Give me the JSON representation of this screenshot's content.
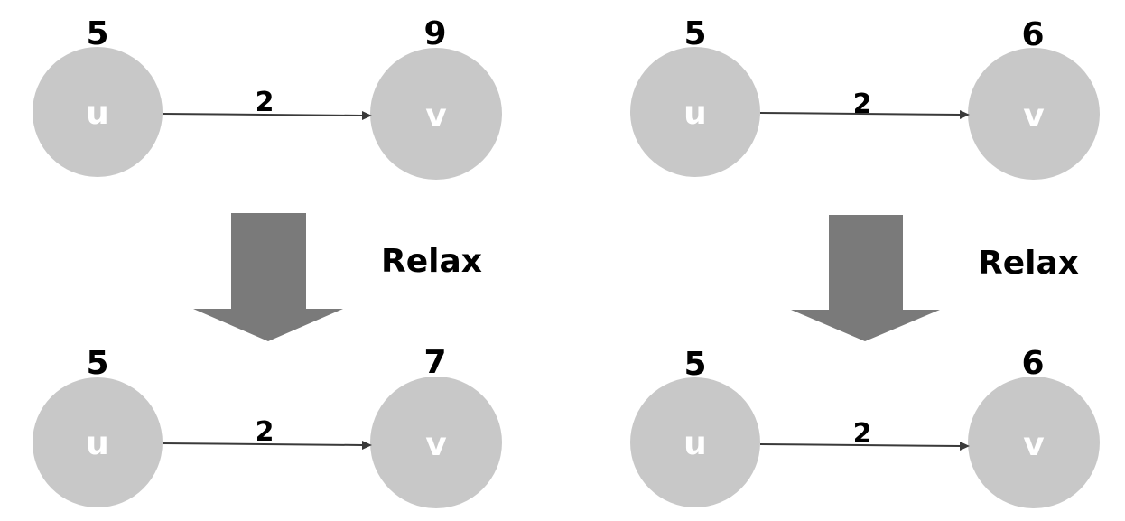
{
  "colors": {
    "node_fill": "#c8c8c8",
    "node_text": "#ffffff",
    "edge": "#3a3a3a",
    "big_arrow": "#7a7a7a",
    "text": "#000000"
  },
  "relax_label": "Relax",
  "panels": [
    {
      "before": {
        "u_label": "u",
        "v_label": "v",
        "u_dist": "5",
        "v_dist": "9",
        "weight": "2"
      },
      "after": {
        "u_label": "u",
        "v_label": "v",
        "u_dist": "5",
        "v_dist": "7",
        "weight": "2"
      }
    },
    {
      "before": {
        "u_label": "u",
        "v_label": "v",
        "u_dist": "5",
        "v_dist": "6",
        "weight": "2"
      },
      "after": {
        "u_label": "u",
        "v_label": "v",
        "u_dist": "5",
        "v_dist": "6",
        "weight": "2"
      }
    }
  ]
}
